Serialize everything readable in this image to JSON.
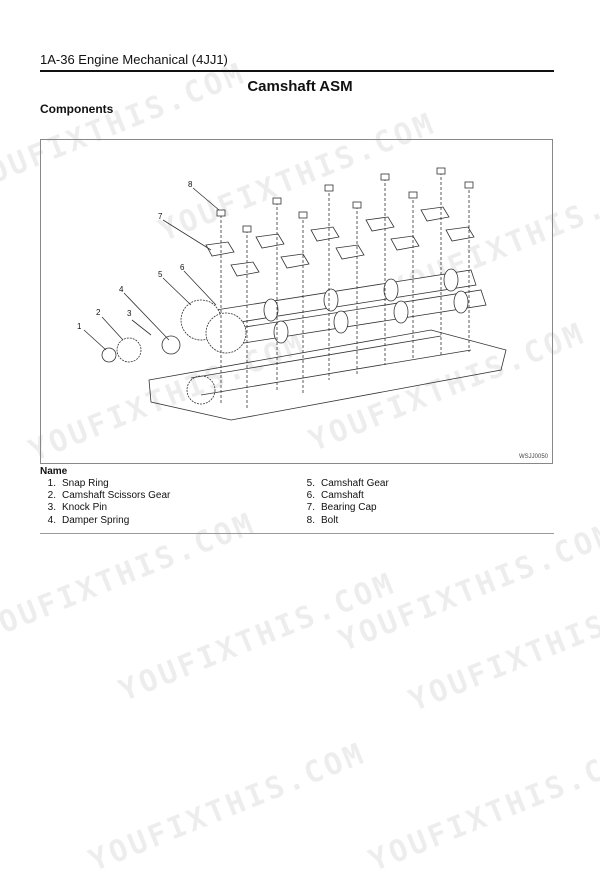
{
  "header": {
    "section": "1A-36 Engine Mechanical (4JJ1)"
  },
  "title": "Camshaft ASM",
  "subtitle": "Components",
  "figure": {
    "id": "WSJJ0050",
    "callouts": [
      "1",
      "2",
      "3",
      "4",
      "5",
      "6",
      "7",
      "8"
    ]
  },
  "legend": {
    "heading": "Name",
    "items": [
      {
        "num": "1.",
        "label": "Snap Ring"
      },
      {
        "num": "2.",
        "label": "Camshaft Scissors Gear"
      },
      {
        "num": "3.",
        "label": "Knock Pin"
      },
      {
        "num": "4.",
        "label": "Damper Spring"
      },
      {
        "num": "5.",
        "label": "Camshaft Gear"
      },
      {
        "num": "6.",
        "label": "Camshaft"
      },
      {
        "num": "7.",
        "label": "Bearing Cap"
      },
      {
        "num": "8.",
        "label": "Bolt"
      }
    ]
  },
  "watermark": "YOUFIXTHIS.COM"
}
